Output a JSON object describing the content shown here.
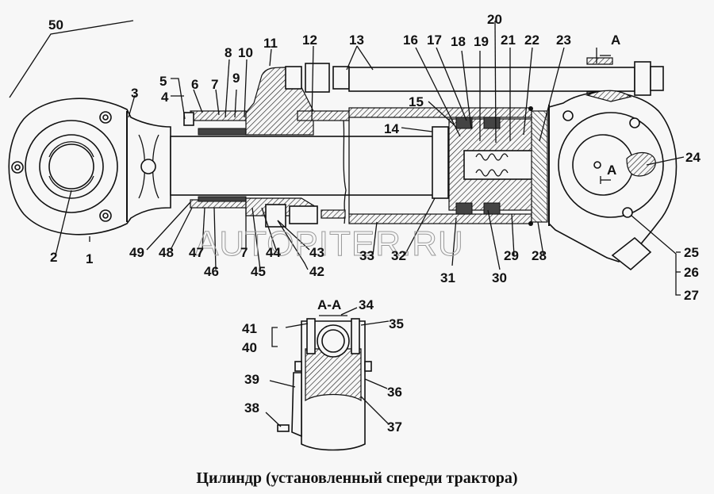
{
  "caption": "Цилиндр (установленный спереди трактора)",
  "watermark": "AUTOPITER.RU",
  "section": {
    "label": "A-A",
    "cut_marker": "A"
  },
  "callouts": {
    "c1": "1",
    "c2": "2",
    "c3": "3",
    "c4": "4",
    "c5": "5",
    "c6": "6",
    "c7a": "7",
    "c7b": "7",
    "c8": "8",
    "c9": "9",
    "c10": "10",
    "c11": "11",
    "c12": "12",
    "c13": "13",
    "c14": "14",
    "c15": "15",
    "c16": "16",
    "c17": "17",
    "c18": "18",
    "c19": "19",
    "c20": "20",
    "c21": "21",
    "c22": "22",
    "c23": "23",
    "c24": "24",
    "c25": "25",
    "c26": "26",
    "c27": "27",
    "c28": "28",
    "c29": "29",
    "c30": "30",
    "c31": "31",
    "c32": "32",
    "c33": "33",
    "c34": "34",
    "c35": "35",
    "c36": "36",
    "c37": "37",
    "c38": "38",
    "c39": "39",
    "c40": "40",
    "c41": "41",
    "c42": "42",
    "c43": "43",
    "c44": "44",
    "c45": "45",
    "c46": "46",
    "c47": "47",
    "c48": "48",
    "c49": "49",
    "c50": "50"
  }
}
